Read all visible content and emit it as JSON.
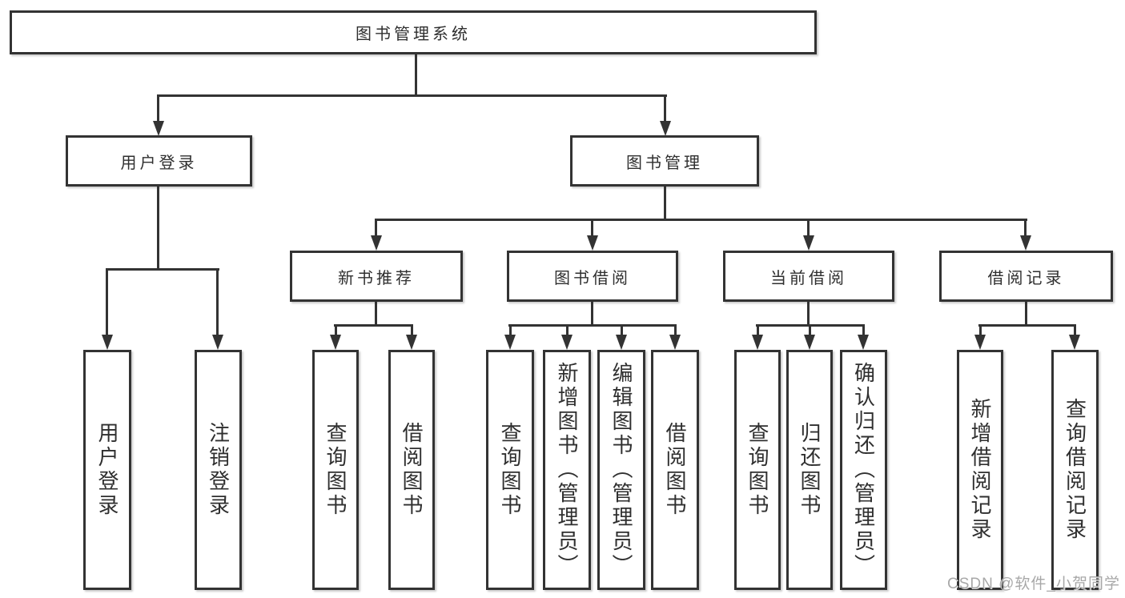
{
  "tree": {
    "root": {
      "label": "图书管理系统"
    },
    "level1": [
      {
        "label": "用户登录",
        "children": [
          {
            "label": "用户登录"
          },
          {
            "label": "注销登录"
          }
        ]
      },
      {
        "label": "图书管理",
        "children": [
          {
            "label": "新书推荐",
            "children": [
              {
                "label": "查询图书"
              },
              {
                "label": "借阅图书"
              }
            ]
          },
          {
            "label": "图书借阅",
            "children": [
              {
                "label": "查询图书"
              },
              {
                "label": "新增图书（管理员）"
              },
              {
                "label": "编辑图书（管理员）"
              },
              {
                "label": "借阅图书"
              }
            ]
          },
          {
            "label": "当前借阅",
            "children": [
              {
                "label": "查询图书"
              },
              {
                "label": "归还图书"
              },
              {
                "label": "确认归还（管理员）"
              }
            ]
          },
          {
            "label": "借阅记录",
            "children": [
              {
                "label": "新增借阅记录"
              },
              {
                "label": "查询借阅记录"
              }
            ]
          }
        ]
      }
    ]
  },
  "watermark": {
    "text": "CSDN @软件_小贺同学"
  },
  "colors": {
    "line": "#333333",
    "box_border": "#333333",
    "text": "#2f2f2f",
    "watermark": "#a8a8a8",
    "background": "#ffffff"
  }
}
